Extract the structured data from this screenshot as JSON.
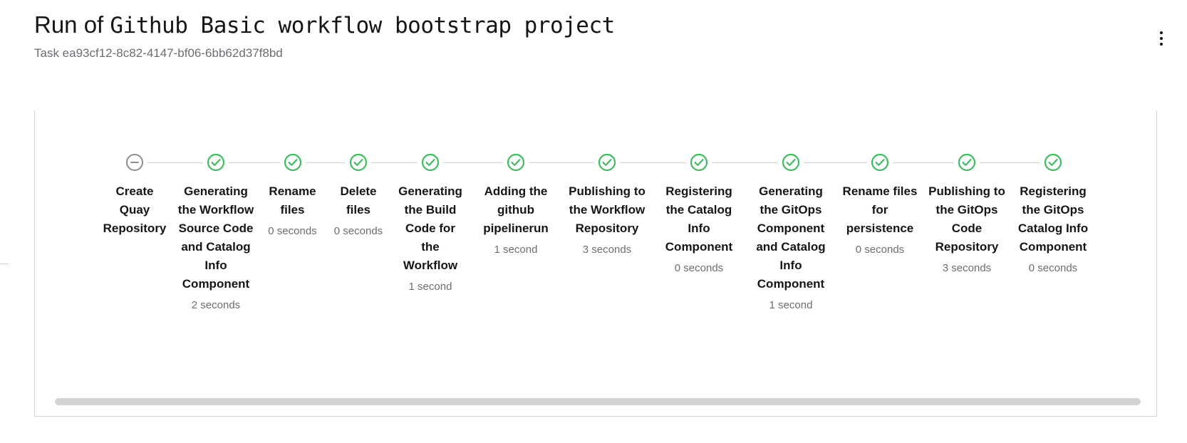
{
  "header": {
    "title_prefix": "Run of ",
    "title_name": "Github Basic workflow bootstrap project",
    "subtitle": "Task ea93cf12-8c82-4147-bf06-6bb62d37f8bd",
    "kebab_label": "actions-menu"
  },
  "card": {
    "accent_color": "#3e8635",
    "border_color": "#d2d2d2"
  },
  "colors": {
    "success": "#3e8635",
    "success_bright": "#3ebd5f",
    "pending": "#8a8d90",
    "text": "#151515",
    "muted": "#6a6e73"
  },
  "stepper": {
    "steps": [
      {
        "label": "Create Quay Repository",
        "duration": "",
        "status": "skipped",
        "width": 108
      },
      {
        "label": "Generating the Workflow Source Code and Catalog Info Component",
        "duration": "2 seconds",
        "status": "success",
        "width": 120
      },
      {
        "label": "Rename files",
        "duration": "0 seconds",
        "status": "success",
        "width": 95
      },
      {
        "label": "Delete files",
        "duration": "0 seconds",
        "status": "success",
        "width": 90
      },
      {
        "label": "Generating the Build Code for the Workflow",
        "duration": "1 second",
        "status": "success",
        "width": 112
      },
      {
        "label": "Adding the github pipelinerun",
        "duration": "1 second",
        "status": "success",
        "width": 128
      },
      {
        "label": "Publishing to the Workflow Repository",
        "duration": "3 seconds",
        "status": "success",
        "width": 128
      },
      {
        "label": "Registering the Catalog Info Component",
        "duration": "0 seconds",
        "status": "success",
        "width": 130
      },
      {
        "label": "Generating the GitOps Component and Catalog Info Component",
        "duration": "1 second",
        "status": "success",
        "width": 128
      },
      {
        "label": "Rename files for persistence",
        "duration": "0 seconds",
        "status": "success",
        "width": 122
      },
      {
        "label": "Publishing to the GitOps Code Repository",
        "duration": "3 seconds",
        "status": "success",
        "width": 122
      },
      {
        "label": "Registering the GitOps Catalog Info Component",
        "duration": "0 seconds",
        "status": "success",
        "width": 120
      }
    ]
  },
  "scrollbar": {
    "name": "horizontal-scrollbar"
  }
}
